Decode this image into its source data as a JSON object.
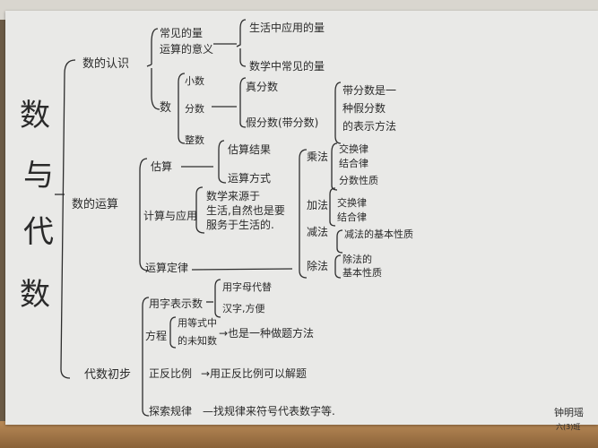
{
  "title": {
    "chars": [
      "数",
      "与",
      "代",
      "数"
    ]
  },
  "branches": {
    "b1": {
      "label": "数的认识",
      "quantity": {
        "label_line1": "常见的量",
        "label_line2": "运算的意义",
        "children": [
          "生活中应用的量",
          "数学中常见的量"
        ]
      },
      "number": {
        "label": "数",
        "children": [
          "小数",
          "分数",
          "整数"
        ],
        "fraction": {
          "children": [
            "真分数",
            "假分数(带分数)"
          ],
          "note": [
            "带分数是一",
            "种假分数",
            "的表示方法"
          ]
        }
      }
    },
    "b2": {
      "label": "数的运算",
      "estimate": {
        "label": "估算",
        "children": [
          "估算结果",
          "运算方式"
        ]
      },
      "calc": {
        "label": "计算与应用",
        "note": [
          "数学来源于",
          "生活,自然也是要",
          "服务于生活的."
        ]
      },
      "laws": {
        "label": "运算定律",
        "groups": [
          {
            "label": "乘法",
            "items": [
              "交换律",
              "结合律",
              "分数性质"
            ]
          },
          {
            "label": "加法",
            "items": [
              "交换律",
              "结合律"
            ]
          },
          {
            "label": "减法",
            "items": [
              "减法的基本性质"
            ]
          },
          {
            "label": "除法",
            "items": [
              "除法的",
              "基本性质"
            ]
          }
        ]
      }
    },
    "b3": {
      "label": "代数初步",
      "letters": {
        "label": "用字表示数",
        "note": [
          "用字母代替",
          "汉字,方便"
        ]
      },
      "equation": {
        "label": "方程",
        "note": [
          "用等式中",
          "的未知数"
        ],
        "result": "→也是一种做题方法"
      },
      "proportion": {
        "label": "正反比例",
        "result": "→用正反比例可以解题"
      },
      "pattern": {
        "label": "探索规律",
        "result": "—找规律来符号代表数字等."
      }
    }
  },
  "signature": {
    "name": "钟明瑶",
    "class": "六(3)班"
  }
}
